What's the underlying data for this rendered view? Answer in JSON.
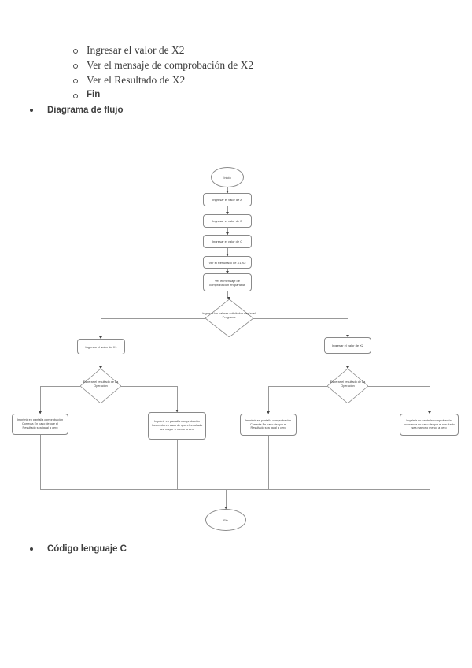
{
  "page": {
    "sub_bullets": [
      "Ingresar el valor de X2",
      "Ver el mensaje de comprobación de X2",
      "Ver el Resultado de X2",
      "Fin"
    ],
    "bullet_diagram": "Diagrama de flujo",
    "bullet_code": "Código lenguaje C"
  },
  "flowchart": {
    "start": "Inicio",
    "end": "Fin",
    "steps": [
      "Ingresar el valor de A",
      "Ingresar el valor de B",
      "Ingresar el valor de C",
      "Ver el Resultado de X1,X2",
      "Ver el mensaje de comprobación en pantalla"
    ],
    "main_decision": "Ingresar los valores solicitados según el Programa",
    "left_branch": {
      "input": "Ingresar el valor de X1",
      "decision": "Esperar el resultado de La Operación",
      "outcome_correct": "Imprimir en pantalla comprobación Correcta En caso de que el Resultado sea igual a cero",
      "outcome_incorrect": "Imprimir en pantalla comprobación Incorrecta en caso de que el resultado sea mayor o menor a cero"
    },
    "right_branch": {
      "input": "Ingresar el valor de X2",
      "decision": "Esperar el resultado de La Operación",
      "outcome_correct": "Imprimir en pantalla comprobación Correcta En caso de que el Resultado sea igual a cero",
      "outcome_incorrect": "Imprimir en pantalla comprobación Incorrecta en caso de que el resultado sea mayor o menor a cero"
    }
  },
  "colors": {
    "line": "#8a8a8a",
    "text_dark": "#3b3b3b",
    "node_text": "#3a3a3a"
  }
}
